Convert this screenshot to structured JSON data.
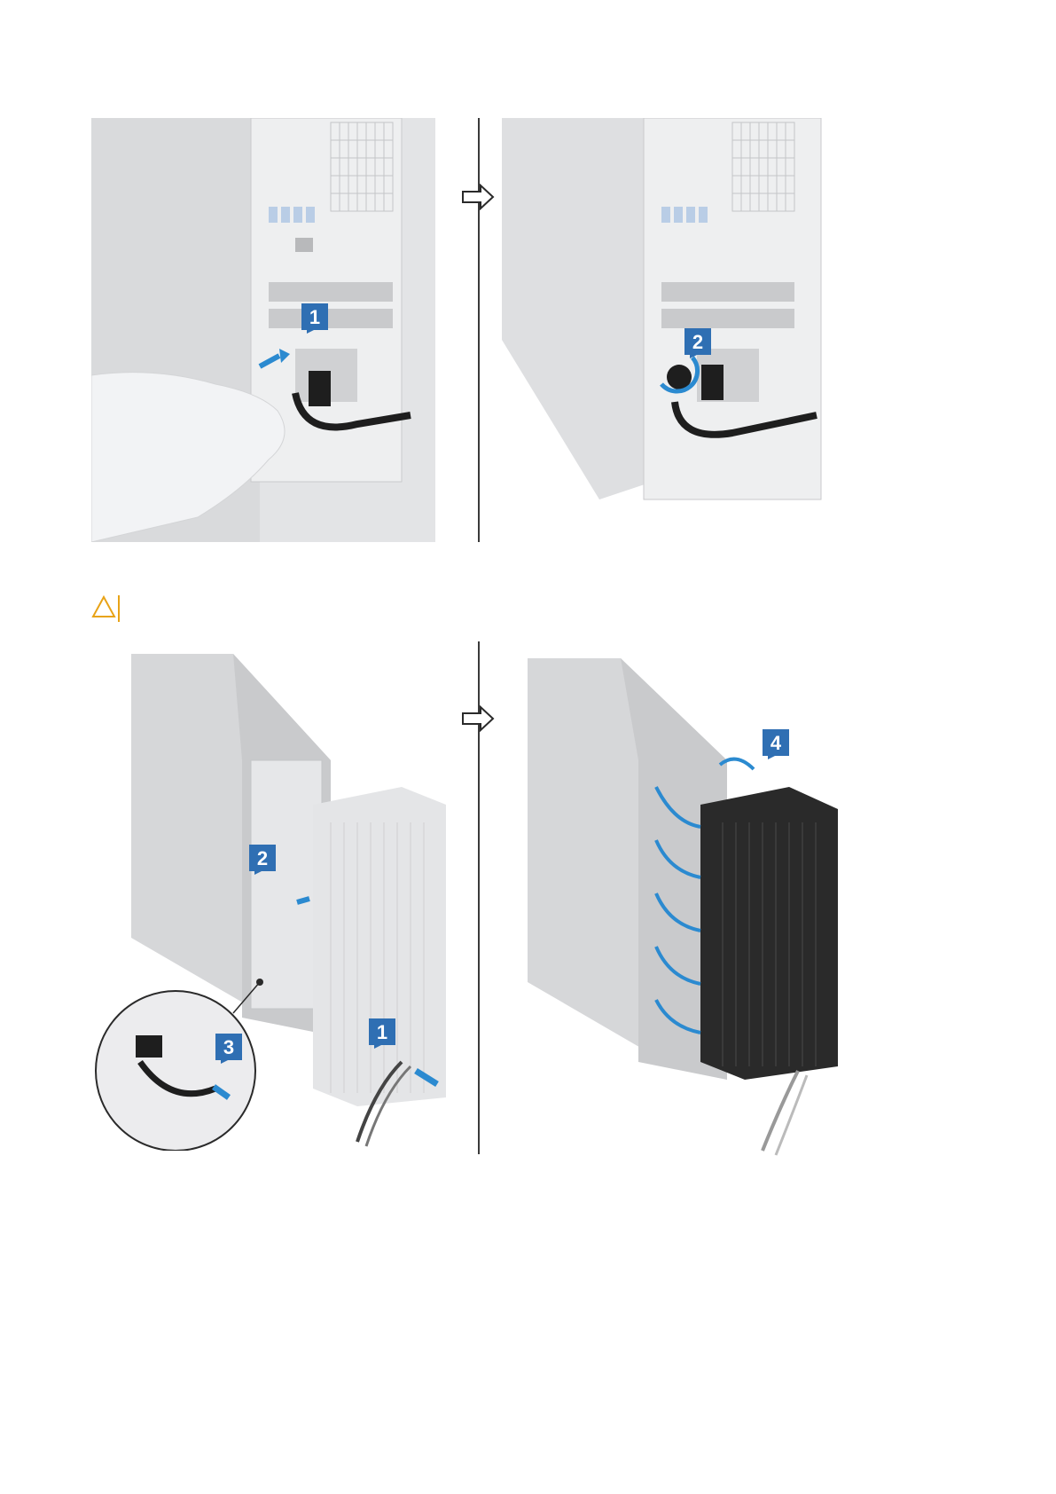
{
  "page": {
    "background": "#ffffff"
  },
  "colors": {
    "callout": "#2f6fb3",
    "arrow_blue": "#2b8ad0",
    "caution": "#e8a317",
    "chassis": "#d6d7d9",
    "shroud_dark": "#2a2a2a"
  },
  "figure1": {
    "left_panel": {
      "callout": "1"
    },
    "right_panel": {
      "callout": "2"
    },
    "transition_icon": "arrow-right-icon"
  },
  "caution": {
    "icon": "caution-triangle-icon"
  },
  "figure2": {
    "left_panel": {
      "callouts": [
        "2",
        "3",
        "1"
      ]
    },
    "right_panel": {
      "callout": "4"
    },
    "transition_icon": "arrow-right-icon"
  }
}
